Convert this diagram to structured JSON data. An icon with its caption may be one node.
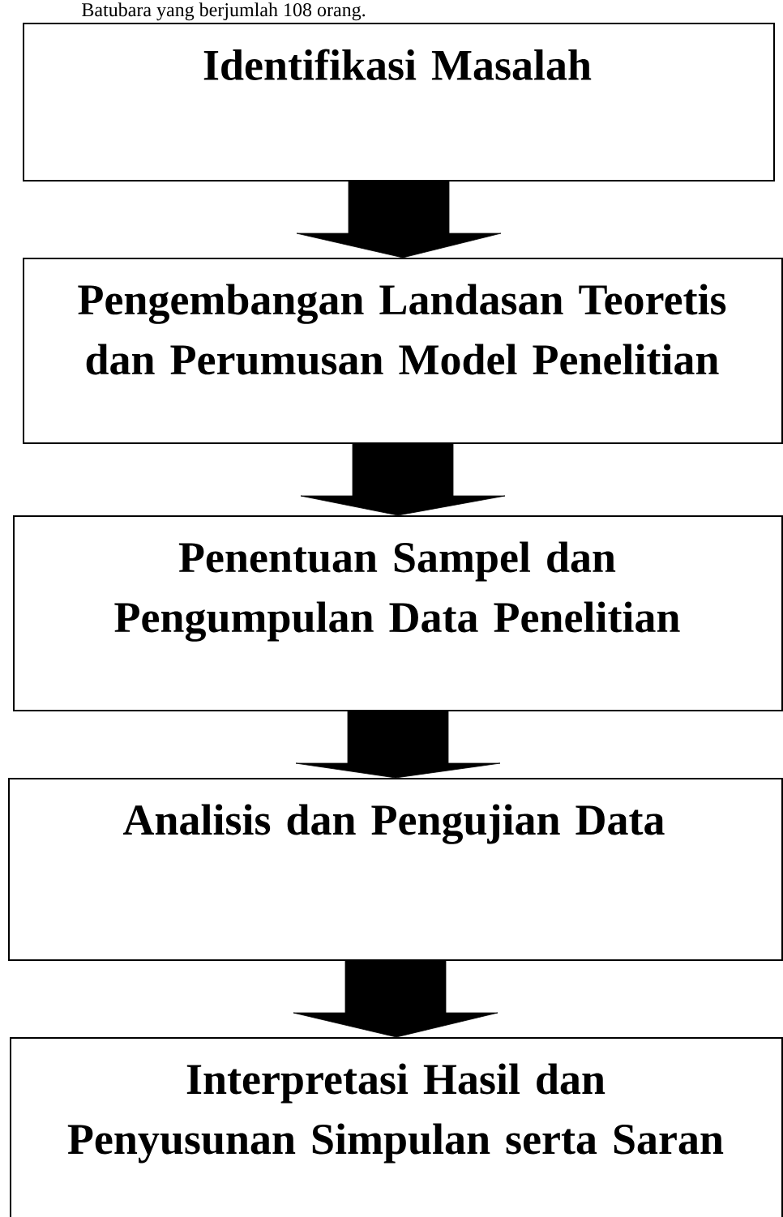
{
  "diagram": {
    "nodes": [
      {
        "text": [
          "Identifikasi Masalah"
        ]
      },
      {
        "text": [
          "Pengembangan Landasan Teoretis dan Perumusan Model Penelitian"
        ]
      },
      {
        "text": [
          "Penentuan Sampel dan Pengumpulan Data Penelitian"
        ]
      },
      {
        "text": [
          "Analisis dan Pengujian Data"
        ]
      },
      {
        "text": [
          "Interpretasi Hasil dan Penyusunan Simpulan serta Saran"
        ]
      }
    ],
    "edges": [
      {
        "from": 0,
        "to": 1,
        "arrow": "to"
      },
      {
        "from": 1,
        "to": 2,
        "arrow": "to"
      },
      {
        "from": 2,
        "to": 3,
        "arrow": "to"
      },
      {
        "from": 3,
        "to": 4,
        "arrow": "to"
      }
    ],
    "labels": [
      "Batubara yang berjumlah 108 orang."
    ]
  }
}
